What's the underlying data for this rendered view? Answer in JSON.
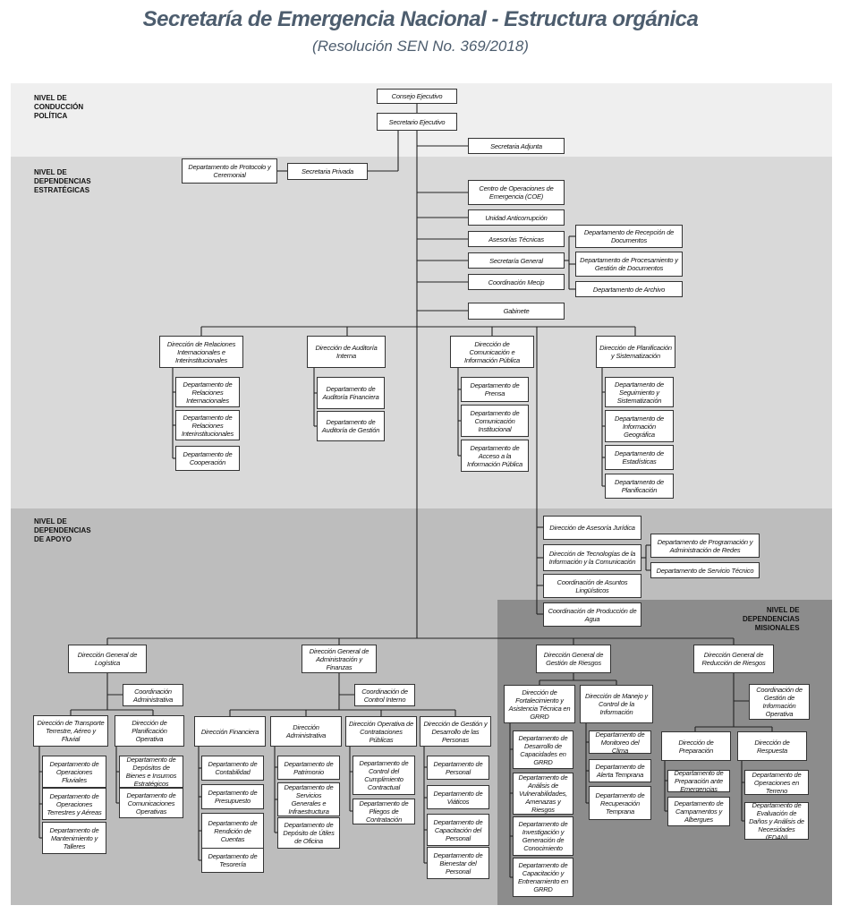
{
  "header": {
    "title": "Secretaría de Emergencia Nacional - Estructura orgánica",
    "subtitle": "(Resolución SEN No. 369/2018)"
  },
  "levels": {
    "conduccion": "NIVEL DE\nCONDUCCIÓN\nPOLÍTICA",
    "estrategicas": "NIVEL DE\nDEPENDENCIAS\nESTRATÉGICAS",
    "apoyo": "NIVEL DE\nDEPENDENCIAS\nDE APOYO",
    "misionales": "NIVEL DE\nDEPENDENCIAS\nMISIONALES"
  },
  "top": {
    "consejo": "Consejo Ejecutivo",
    "secretario": "Secretario Ejecutivo",
    "adjunto": "Secretaria Adjunta",
    "privada": "Secretaria Privada",
    "protocolo": "Departamento de Protocolo y Ceremonial"
  },
  "strategic": {
    "coe": "Centro de Operaciones de Emergencia (COE)",
    "anticorrupcion": "Unidad Anticorrupción",
    "asesorias": "Asesorías Técnicas",
    "general": "Secretaría General",
    "mecip": "Coordinación Mecip",
    "recepcion": "Departamento de Recepción de Documentos",
    "procesamiento": "Departamento de Procesamiento y Gestión de Documentos",
    "archivo": "Departamento de Archivo",
    "gabinete": "Gabinete"
  },
  "gabinete_units": {
    "relaciones": "Dirección de Relaciones Internacionales e Interinstitucionales",
    "relaciones_depts": [
      "Departamento de Relaciones Internacionales",
      "Departamento de Relaciones Interinstitucionales",
      "Departamento de Cooperación"
    ],
    "auditoria": "Dirección de Auditoría Interna",
    "auditoria_depts": [
      "Departamento de Auditoría Financiera",
      "Departamento de Auditoría de Gestión"
    ],
    "comunicacion": "Dirección de Comunicación e Información Pública",
    "comunicacion_depts": [
      "Departamento de Prensa",
      "Departamento de Comunicación Institucional",
      "Departamento de Acceso a la Información Pública"
    ],
    "planificacion": "Dirección de Planificación y Sistematización",
    "planificacion_depts": [
      "Departamento de Seguimiento y Sistematización",
      "Departamento de Información Geográfica",
      "Departamento de Estadísticas",
      "Departamento de Planificación"
    ]
  },
  "support": {
    "juridico": "Dirección de Asesoría Jurídica",
    "tic": "Dirección de Tecnologías de la Información y la Comunicación",
    "redes": "Departamento de Programación y Administración de Redes",
    "servicio": "Departamento de Servicio Técnico",
    "linguisticos": "Coordinación de Asuntos Lingüísticos",
    "agua": "Coordinación de Producción de Agua"
  },
  "logistica": {
    "direccion": "Dirección General de Logística",
    "coordinacion": "Coordinación Administrativa",
    "transporte": "Dirección de Transporte Terrestre, Aéreo y Fluvial",
    "transporte_depts": [
      "Departamento de Operaciones Fluviales",
      "Departamento de Operaciones Terrestres y Aéreas",
      "Departamento de Mantenimiento y Talleres"
    ],
    "planif_operativa": "Dirección de Planificación Operativa",
    "planif_depts": [
      "Departamento de Depósitos de Bienes e Insumos Estratégicos",
      "Departamento de Comunicaciones Operativas"
    ]
  },
  "administracion": {
    "direccion": "Dirección General de Administración y Finanzas",
    "control": "Coordinación de Control Interno",
    "financiera": "Dirección Financiera",
    "financiera_depts": [
      "Departamento de Contabilidad",
      "Departamento de Presupuesto",
      "Departamento de Rendición de Cuentas",
      "Departamento de Tesorería"
    ],
    "administrativa": "Dirección Administrativa",
    "administrativa_depts": [
      "Departamento de Patrimonio",
      "Departamento de Servicios Generales e Infraestructura",
      "Departamento de Depósito de Útiles de Oficina"
    ],
    "contrataciones": "Dirección Operativa de Contrataciones Públicas",
    "contrataciones_depts": [
      "Departamento de Control del Cumplimiento Contractual",
      "Departamento de Pliegos de Contratación"
    ],
    "personas": "Dirección de Gestión y Desarrollo de las Personas",
    "personas_depts": [
      "Departamento de Personal",
      "Departamento de Viáticos",
      "Departamento de Capacitación del Personal",
      "Departamento de Bienestar del Personal"
    ]
  },
  "riesgos": {
    "gestion": "Dirección General de Gestión de Riesgos",
    "fortalecimiento": "Dirección de Fortalecimiento y Asistencia Técnica en GRRD",
    "fortalecimiento_depts": [
      "Departamento de Desarrollo de Capacidades en GRRD",
      "Departamento de Análisis de Vulnerabilidades, Amenazas y Riesgos",
      "Departamento de Investigación y Generación de Conocimiento",
      "Departamento de Capacitación y Entrenamiento en GRRD"
    ],
    "monitoreo": "Dirección de Manejo y Control de la Información",
    "monitoreo_depts": [
      "Departamento de Monitoreo del Clima",
      "Departamento de Alerta Temprana",
      "Departamento de Recuperación Temprana"
    ],
    "reduccion": "Dirección General de Reducción de Riesgos",
    "informacion_operativa": "Coordinación de Gestión de Información Operativa",
    "preparacion": "Dirección de Preparación",
    "preparacion_depts": [
      "Departamento de Preparación ante Emergencias",
      "Departamento de Campamentos y Albergues"
    ],
    "respuesta": "Dirección de Respuesta",
    "respuesta_depts": [
      "Departamento de Operaciones en Terreno",
      "Departamento de Evaluación de Daños y Análisis de Necesidades (EDAN)"
    ]
  }
}
